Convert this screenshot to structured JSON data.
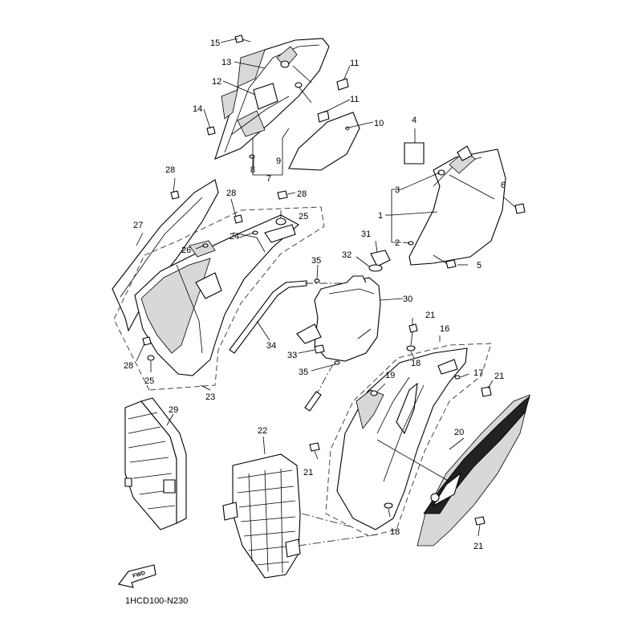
{
  "diagram": {
    "code": "1HCD100-N230",
    "fwd_label": "FWD",
    "callouts": {
      "c1": "1",
      "c2": "2",
      "c3": "3",
      "c4": "4",
      "c5": "5",
      "c6": "6",
      "c7": "7",
      "c8": "8",
      "c9": "9",
      "c10": "10",
      "c11a": "11",
      "c11b": "11",
      "c12": "12",
      "c13": "13",
      "c14": "14",
      "c15": "15",
      "c16": "16",
      "c17": "17",
      "c18a": "18",
      "c18b": "18",
      "c19": "19",
      "c20": "20",
      "c21a": "21",
      "c21b": "21",
      "c21c": "21",
      "c21d": "21",
      "c22": "22",
      "c23": "23",
      "c24": "24",
      "c25a": "25",
      "c25b": "25",
      "c26": "26",
      "c27": "27",
      "c28a": "28",
      "c28b": "28",
      "c28c": "28",
      "c28d": "28",
      "c29": "29",
      "c30": "30",
      "c31": "31",
      "c32": "32",
      "c33": "33",
      "c34": "34",
      "c35a": "35",
      "c35b": "35"
    }
  }
}
